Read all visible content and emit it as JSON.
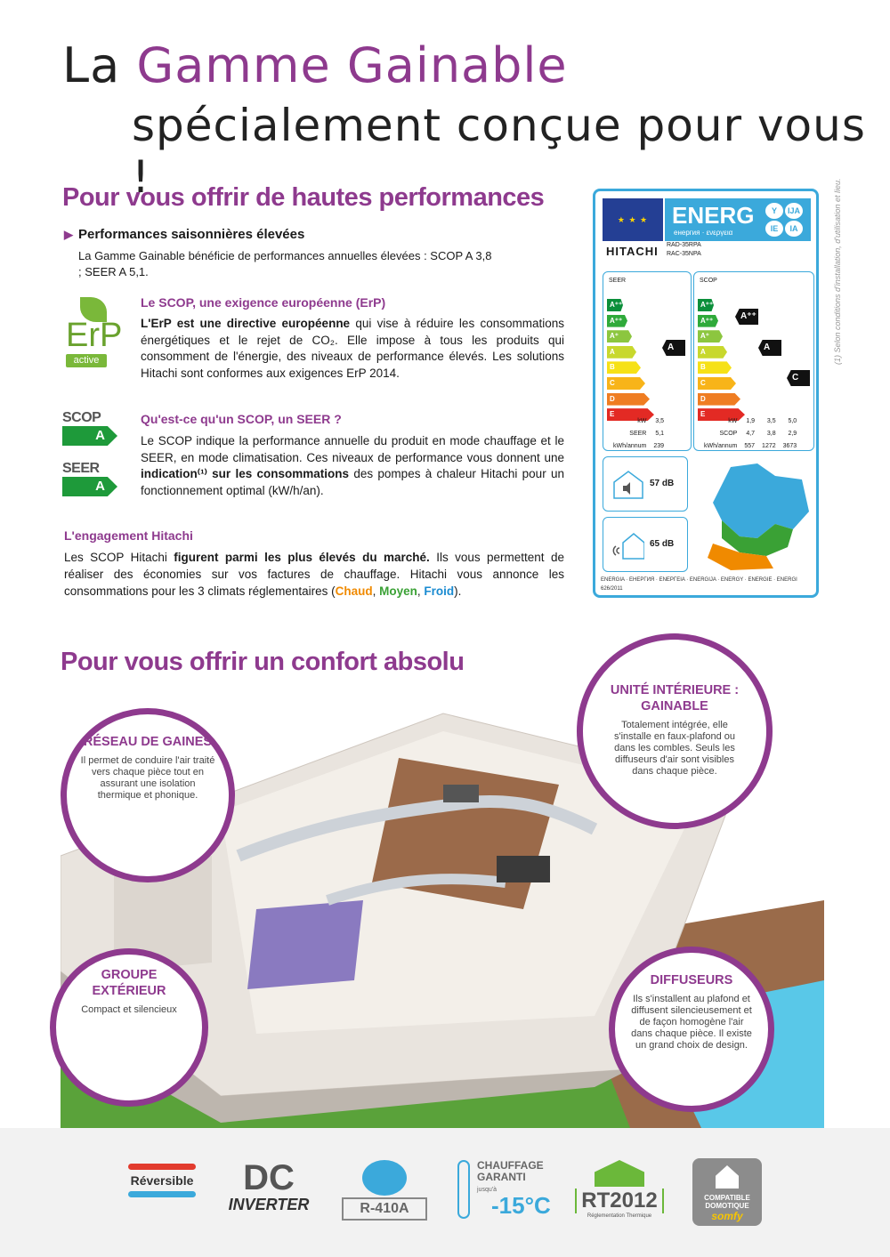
{
  "header": {
    "title_line1_prefix": "La",
    "title_line1_accent": "Gamme Gainable",
    "title_line2": "spécialement conçue pour vous !",
    "side_note": "(1) Selon conditions d'installation, d'utilisation et lieu."
  },
  "performance": {
    "title": "Pour vous offrir de hautes performances",
    "heading": "Performances saisonnières élevées",
    "text": "La Gamme Gainable bénéficie de performances annuelles élevées : SCOP A 3,8 ; SEER A 5,1.",
    "erp_logo_text": "ErP",
    "erp_logo_active": "active",
    "scop_erp_title": "Le SCOP, une exigence européenne (ErP)",
    "scop_erp_bold": "L'ErP est une directive européenne",
    "scop_erp_text": "qui vise à réduire les consommations énergétiques et le rejet de CO₂. Elle impose à tous les produits qui consomment de l'énergie, des niveaux de performance élevés. Les solutions Hitachi sont conformes aux exigences ErP 2014.",
    "badge_scop": "SCOP",
    "badge_seer": "SEER",
    "badge_grade": "A",
    "what_title": "Qu'est-ce qu'un SCOP, un SEER ?",
    "what_text_1": "Le SCOP indique la performance annuelle du produit en mode chauffage et le SEER, en mode climatisation. Ces niveaux de performance vous donnent une",
    "what_bold": "indication⁽¹⁾ sur les consommations",
    "what_text_2": "des pompes à chaleur Hitachi pour un fonctionnement optimal (kW/h/an).",
    "engagement_title": "L'engagement Hitachi",
    "engagement_text_1": "Les SCOP Hitachi",
    "engagement_bold": "figurent parmi les plus élevés du marché.",
    "engagement_text_2": "Ils vous permettent de réaliser des économies sur vos factures de chauffage. Hitachi vous annonce les consommations pour les 3 climats réglementaires (",
    "chaud": "Chaud",
    "moyen": "Moyen",
    "froid": "Froid",
    "engagement_end": ")."
  },
  "energy_label": {
    "word": "ENERG",
    "sub": "енергия · ενεργεια",
    "dots": [
      "Y",
      "IJA",
      "IE",
      "IA"
    ],
    "brand": "HITACHI",
    "models": [
      "RAD-35RPA",
      "RAC-35NPA"
    ],
    "seer_label": "SEER",
    "scop_label": "SCOP",
    "classes": [
      "A+++",
      "A++",
      "A+",
      "A",
      "B",
      "C",
      "D",
      "E"
    ],
    "class_letters": [
      "A⁺⁺⁺",
      "A⁺⁺",
      "A⁺",
      "A",
      "B",
      "C",
      "D",
      "E"
    ],
    "colors": [
      "#0b8f3a",
      "#2faa3a",
      "#8cc63f",
      "#c8d82d",
      "#f6e117",
      "#f8b419",
      "#ef7d22",
      "#e32a24"
    ],
    "seer_rating": "A",
    "scop_ratings": [
      "A⁺⁺",
      "A",
      "C"
    ],
    "seer_rows": [
      [
        "kW",
        "3,5"
      ],
      [
        "SEER",
        "5,1"
      ],
      [
        "kWh/annum",
        "239"
      ]
    ],
    "scop_rows": [
      [
        "kW",
        "1,9",
        "3,5",
        "5,0"
      ],
      [
        "SCOP",
        "4,7",
        "3,8",
        "2,9"
      ],
      [
        "kWh/annum",
        "557",
        "1272",
        "3673"
      ]
    ],
    "sound_in": "57 dB",
    "sound_out": "65 dB",
    "footer": "ENERGIA · ЕНЕРГИЯ · ΕΝΕΡΓΕΙΑ · ENERGIJA · ENERGY · ENERGIE · ENERGI",
    "regulation": "626/2011"
  },
  "comfort": {
    "title": "Pour vous offrir un confort absolu",
    "unite_title": "UNITÉ INTÉRIEURE : GAINABLE",
    "unite_text": "Totalement intégrée, elle s'installe en faux-plafond ou dans les combles. Seuls les diffuseurs d'air sont visibles dans chaque pièce.",
    "reseau_title": "RÉSEAU DE GAINES",
    "reseau_text": "Il permet de conduire l'air traité vers chaque pièce tout en assurant une isolation thermique et phonique.",
    "groupe_title": "GROUPE EXTÉRIEUR",
    "groupe_text": "Compact et silencieux",
    "diffuseurs_title": "DIFFUSEURS",
    "diffuseurs_text": "Ils s'installent au plafond et diffusent silencieusement et de façon homogène l'air dans chaque pièce. Il existe un grand choix de design."
  },
  "footer_icons": {
    "reversible": "Réversible",
    "dc": "DC",
    "inverter": "INVERTER",
    "r410a": "R-410A",
    "chauffage": "CHAUFFAGE GARANTI",
    "jusqua": "jusqu'à",
    "temp": "-15°C",
    "rt": "RT2012",
    "rt_sub": "Réglementation Thermique",
    "compatible": "COMPATIBLE DOMOTIQUE",
    "somfy": "somfy"
  }
}
